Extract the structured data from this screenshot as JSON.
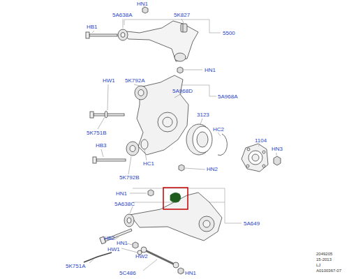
{
  "diagram": {
    "labels": [
      "HN1",
      "5A638A",
      "5K827",
      "HB1",
      "5500",
      "HN1",
      "HW1",
      "5K792A",
      "5A968D",
      "5A968A",
      "3123",
      "HC2",
      "5K751B",
      "HB3",
      "1104",
      "HN3",
      "HC1",
      "HN2",
      "5K792B",
      "HN1",
      "5A638C",
      "5A649",
      "HB2",
      "HN1",
      "HW1",
      "HW2",
      "5K751A",
      "5C486",
      "HN1",
      "2049205",
      "15-2013",
      "LJ",
      "A0100367-07"
    ]
  }
}
